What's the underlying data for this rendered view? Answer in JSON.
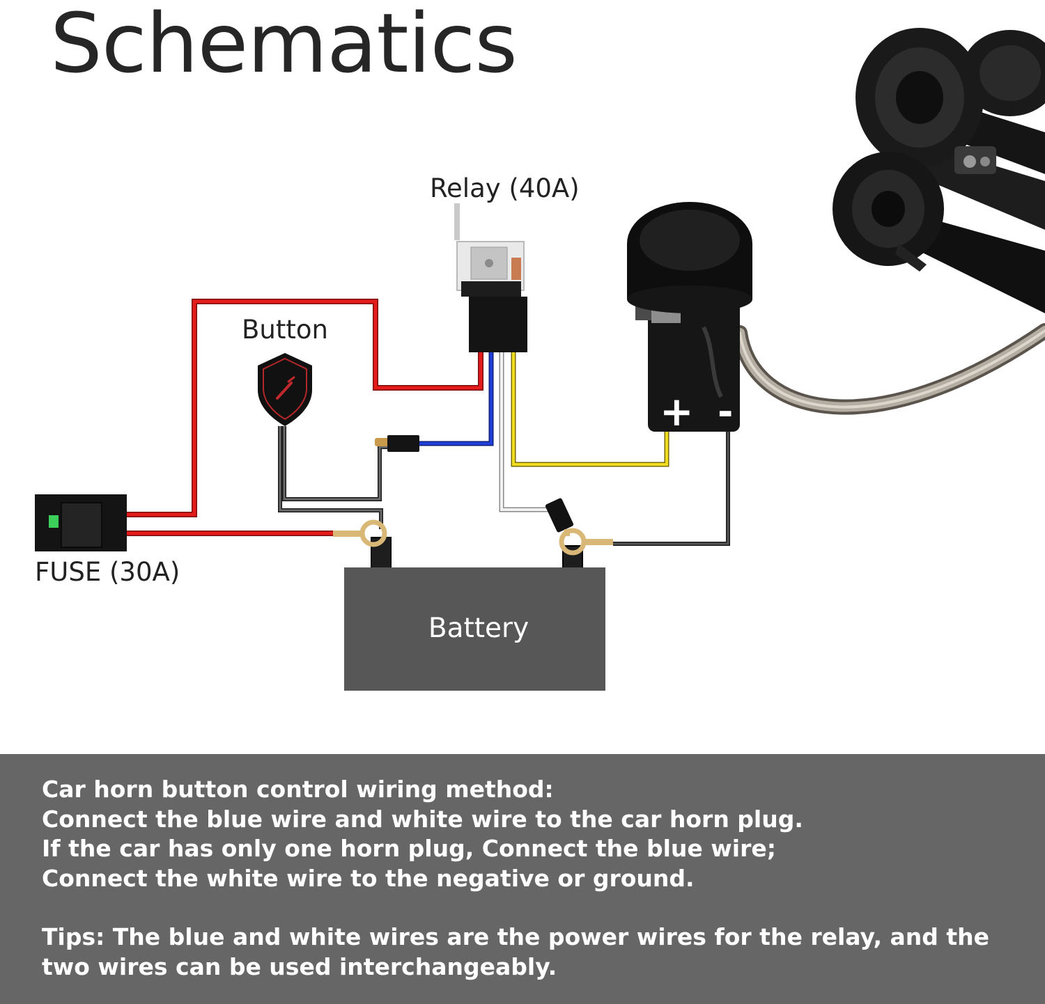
{
  "title": "Schematics",
  "labels": {
    "relay": "Relay (40A)",
    "button": "Button",
    "fuse": "FUSE (30A)",
    "battery": "Battery"
  },
  "horn_terminals": {
    "positive": "+",
    "negative": "-"
  },
  "wire_colors": {
    "red": "#e41b1b",
    "blue": "#1f3fd8",
    "yellow": "#f0dc1e",
    "white": "#e8e8e8",
    "black": "#3a3a3a"
  },
  "instructions": {
    "lines": [
      "Car horn button control wiring method:",
      "Connect the blue wire and white wire to the car horn plug.",
      "If the car has only one horn plug, Connect the blue wire;",
      "Connect the white wire to the negative or ground."
    ],
    "tips": "Tips: The blue and white wires are the power wires for the relay, and the two wires can be used interchangeably."
  }
}
